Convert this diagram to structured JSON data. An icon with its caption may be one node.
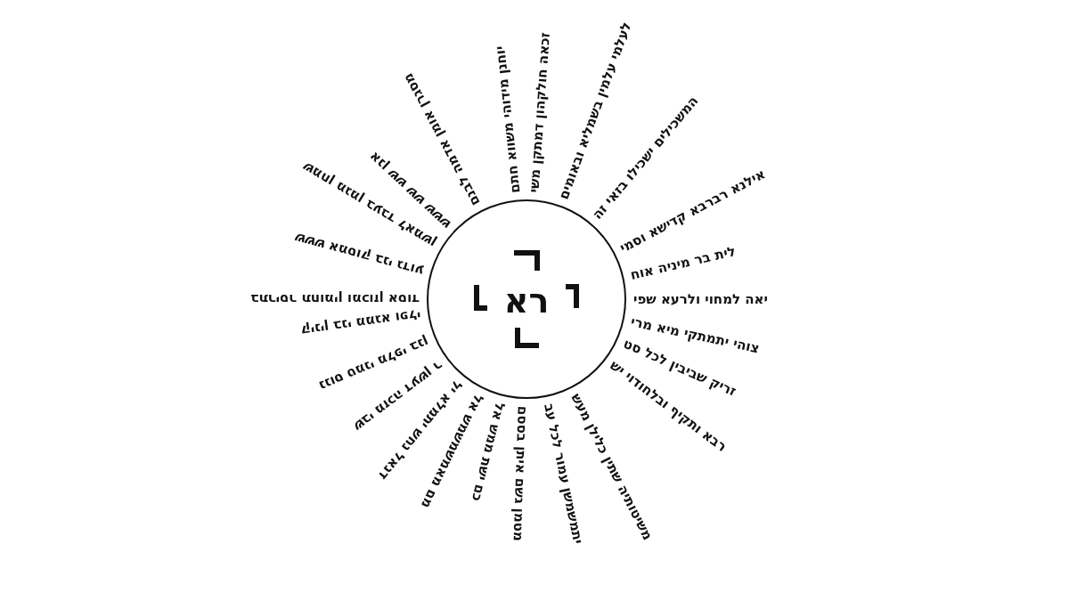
{
  "diagram": {
    "nodes": [
      {
        "text": [
          "רא"
        ],
        "beside": [
          "מסגרן אומן אדמה לבנם",
          "יוחנן מידוהי משווא חתם",
          "זכאה חולקהון דמתקן משי",
          "לעלמי עלמין בשמליא ובאומים",
          "המשכילים ישכילו בזאי זה",
          "אילנא רברבא קדישא וסמי",
          "לית בר מיניה אוח",
          "יאה למחוי ולרעא שפי",
          "צוהי יתמתקי מיא מרי",
          "זריק שביבין לכל סט",
          "רבא ותקיף ובלחודוי יש",
          "משיטותיה שתין כלילן מעש",
          "יתמשמשן עמור לכל עב",
          "מטמן גשם איתן בססם",
          "כם ישת ממש אל",
          "מם מאמשמשמש אל",
          "דנאל נחש יתמלא יל",
          "שבי מזכה דעשן ר",
          "ננוס טמני מלפי בנן",
          "קינין בני ממגא ופלי",
          "בתריסר תחומין ומכוזן אסוד",
          "ששש אמסוק בני גדוע",
          "שמחן מגמן בעבד לאמשן",
          "אנן שש שש ששש"
        ]
      }
    ],
    "edges": []
  }
}
